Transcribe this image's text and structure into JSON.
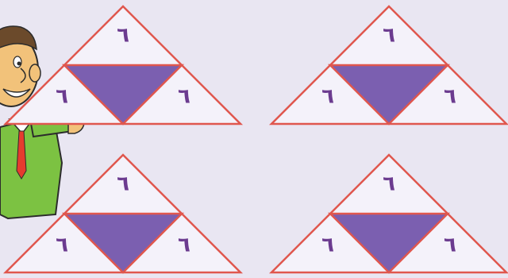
{
  "colors": {
    "background": "#e9e6f2",
    "triangle_fill": "#f4f2fa",
    "triangle_stroke": "#e0574e",
    "center_fill": "#7b5fb0",
    "digit_color": "#6b3b8f"
  },
  "puzzles": [
    {
      "top": "٦",
      "left": "٦",
      "right": "٦"
    },
    {
      "top": "٦",
      "left": "٦",
      "right": "٦"
    },
    {
      "top": "٦",
      "left": "٦",
      "right": "٦"
    },
    {
      "top": "٦",
      "left": "٦",
      "right": "٦"
    }
  ],
  "character": {
    "icon": "cartoon-man-pointing-icon"
  }
}
